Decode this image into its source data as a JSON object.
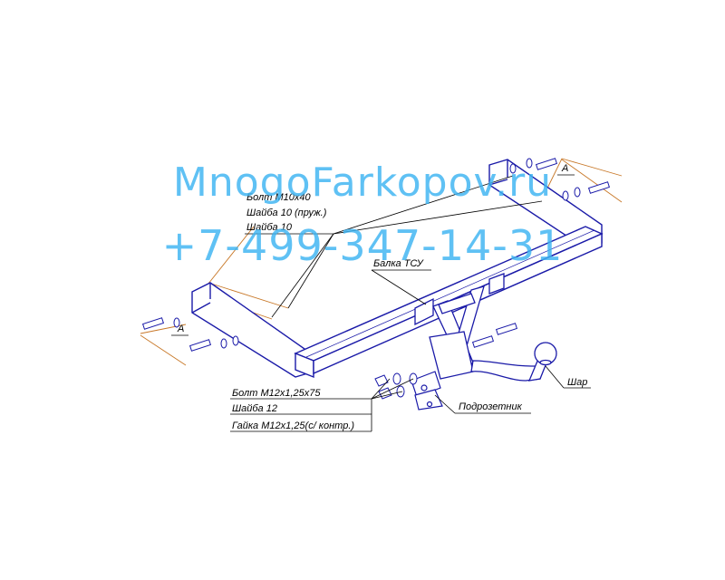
{
  "watermark": {
    "site": "MnogoFarkopov.ru",
    "phone": "+7-499-347-14-31"
  },
  "labels": {
    "top_parts": [
      "Болт М10х40",
      "Шайба 10 (пруж.)",
      "Шайба 10"
    ],
    "beam": "Балка ТСУ",
    "ball": "Шар",
    "socket_bracket": "Подрозетник",
    "bottom_parts": [
      "Болт М12х1,25х75",
      "Шайба 12",
      "Гайка М12х1,25(с/ контр.)"
    ],
    "detail_left": "А",
    "detail_right": "А"
  },
  "colors": {
    "steel": "#1a1aa8",
    "leader": "#000000",
    "dimension": "#c87828",
    "watermark": "#3db4f2"
  }
}
